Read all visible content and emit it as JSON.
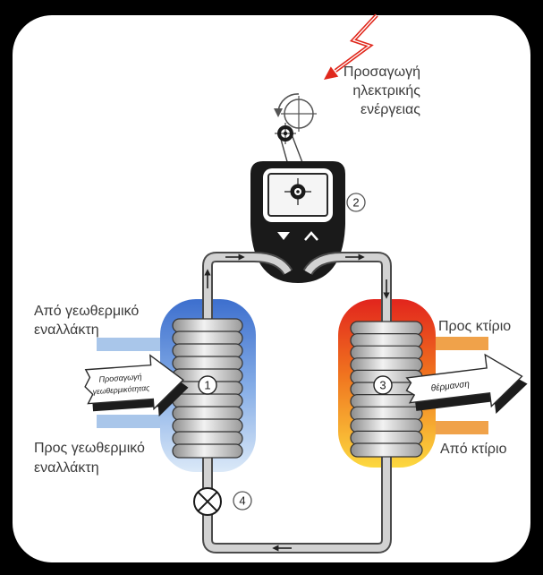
{
  "colors": {
    "cold_top": "#3d6fce",
    "cold_mid": "#84ace6",
    "cold_bottom": "#dbe9f8",
    "hot_top": "#e2251d",
    "hot_mid": "#f0741f",
    "hot_bottom": "#fcd83f",
    "ground_pipe": "#a9c6ea",
    "building_pipe": "#f0a24a",
    "power": "#e0281c"
  },
  "icons": {
    "power_input": "lightning-bolt",
    "motor": "motor-symbol",
    "expansion_valve": "valve-symbol"
  },
  "power_input": {
    "label_lines": [
      "Προσαγωγή",
      "ηλεκτρικής",
      "ενέργειας"
    ]
  },
  "components": {
    "evaporator": {
      "number": "1"
    },
    "compressor": {
      "number": "2"
    },
    "condenser": {
      "number": "3"
    },
    "expansion_valve": {
      "number": "4"
    }
  },
  "ground_side": {
    "inlet_label": [
      "Από γεωθερμικό",
      "εναλλάκτη"
    ],
    "outlet_label": [
      "Προς γεωθερμικό",
      "εναλλάκτη"
    ],
    "heat_input_label": [
      "Προσαγωγή",
      "γεωθερμικότητας"
    ]
  },
  "building_side": {
    "outlet_label": "Προς κτίριο",
    "inlet_label": "Από κτίριο",
    "heating_label": "θέρμανση"
  }
}
